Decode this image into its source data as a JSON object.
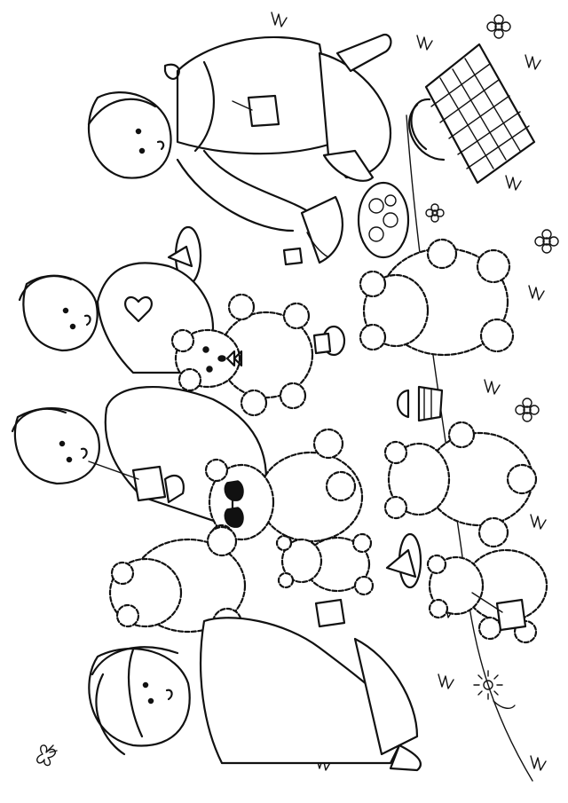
{
  "colors": {
    "line": "#111111",
    "paper": "#ffffff"
  },
  "scene": {
    "orientation": "rotated-90",
    "figures": [
      "girl-sitting-top",
      "boy-heart-shirt",
      "boy-with-drink",
      "girl-with-headband",
      "teddy-bear-with-bow",
      "teddy-bear-with-sunglasses",
      "small-teddy-bear",
      "big-teddy-bear",
      "round-teddy-bear",
      "small-bear-with-drink",
      "large-teddy-bear-held"
    ],
    "props": [
      "picnic-basket",
      "cookie-plate",
      "sandwich-plate",
      "cupcake",
      "teacup",
      "cake-slice"
    ]
  }
}
